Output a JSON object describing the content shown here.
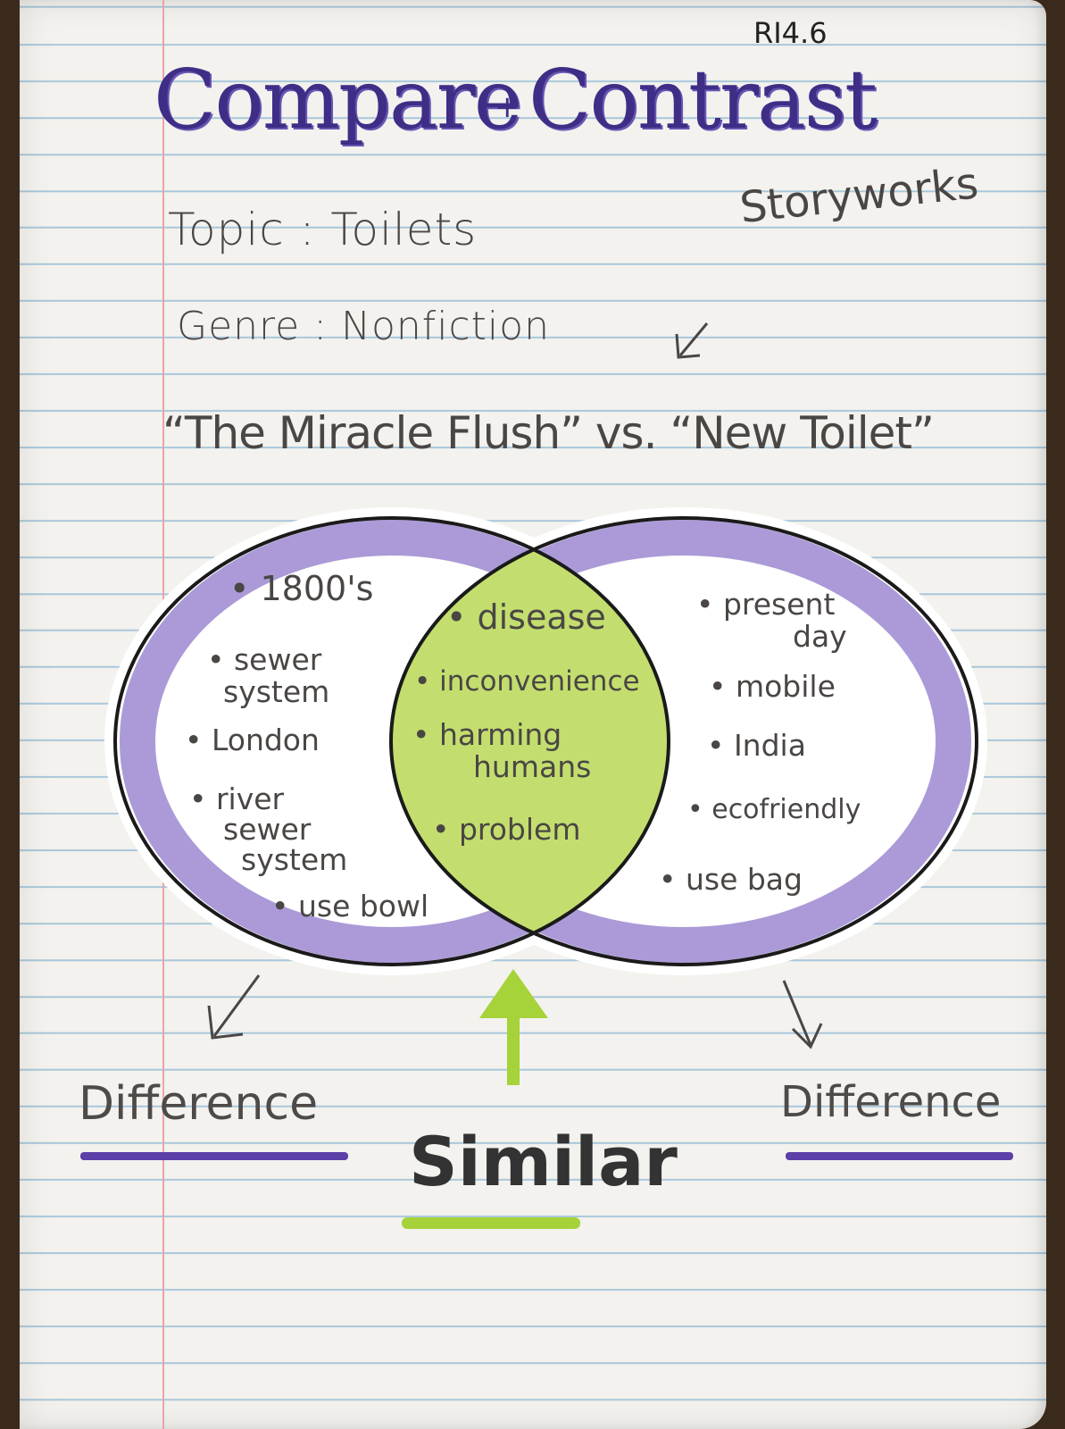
{
  "header": {
    "standard": "RI4.6",
    "title_left": "Compare",
    "title_plus": "+",
    "title_right": "Contrast",
    "topic": "Topic : Toilets",
    "genre": "Genre : Nonfiction",
    "source": "Storyworks",
    "comparison": "“The Miracle Flush” vs. “New Toilet”"
  },
  "venn": {
    "left_items": [
      "• 1800's",
      "• sewer",
      "system",
      "• London",
      "• river",
      "sewer",
      "system",
      "• use bowl"
    ],
    "middle_items": [
      "• disease",
      "• inconvenience",
      "• harming",
      "humans",
      "• problem"
    ],
    "right_items": [
      "• present",
      "day",
      "• mobile",
      "• India",
      "• ecofriendly",
      "• use bag"
    ]
  },
  "labels": {
    "left": "Difference",
    "middle": "Similar",
    "right": "Difference"
  },
  "colors": {
    "purple": "#6a4fb6",
    "green": "#a6d23a",
    "ink": "#4a4644"
  }
}
